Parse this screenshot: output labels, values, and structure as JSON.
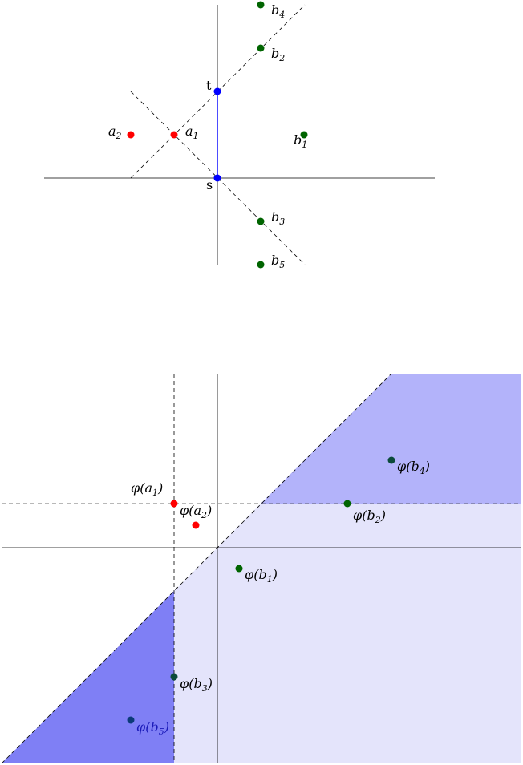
{
  "colors": {
    "red": "#ff0000",
    "green": "#006400",
    "blue": "#0000ff",
    "navy": "#0b3a78",
    "light_region": "#e4e4fb",
    "mid_region": "#b3b3fa",
    "dark_region": "#7f7ff5"
  },
  "top_diagram": {
    "points": {
      "t": {
        "label": "t"
      },
      "s": {
        "label": "s"
      },
      "a1": {
        "base": "a",
        "sub": "1"
      },
      "a2": {
        "base": "a",
        "sub": "2"
      },
      "b1": {
        "base": "b",
        "sub": "1"
      },
      "b2": {
        "base": "b",
        "sub": "2"
      },
      "b3": {
        "base": "b",
        "sub": "3"
      },
      "b4": {
        "base": "b",
        "sub": "4"
      },
      "b5": {
        "base": "b",
        "sub": "5"
      }
    }
  },
  "bottom_diagram": {
    "points": {
      "pa1": {
        "prefix": "φ(",
        "base": "a",
        "sub": "1",
        "suffix": ")"
      },
      "pa2": {
        "prefix": "φ(",
        "base": "a",
        "sub": "2",
        "suffix": ")"
      },
      "pb1": {
        "prefix": "φ(",
        "base": "b",
        "sub": "1",
        "suffix": ")"
      },
      "pb2": {
        "prefix": "φ(",
        "base": "b",
        "sub": "2",
        "suffix": ")"
      },
      "pb3": {
        "prefix": "φ(",
        "base": "b",
        "sub": "3",
        "suffix": ")"
      },
      "pb4": {
        "prefix": "φ(",
        "base": "b",
        "sub": "4",
        "suffix": ")"
      },
      "pb5": {
        "prefix": "φ(",
        "base": "b",
        "sub": "5",
        "suffix": ")"
      }
    }
  }
}
